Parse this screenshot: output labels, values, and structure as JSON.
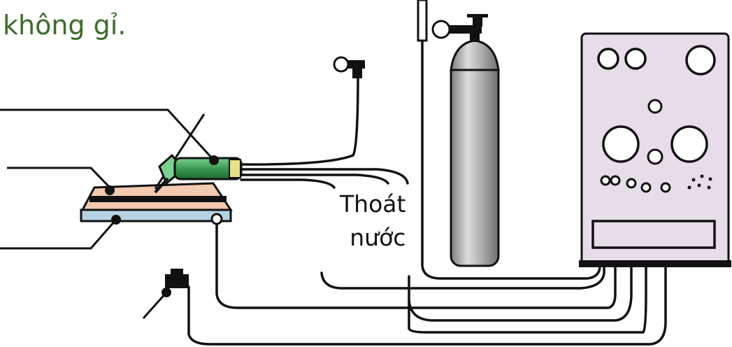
{
  "caption": {
    "line1": "không gỉ."
  },
  "drain_label": {
    "line1": "Thoát",
    "line2": "nước"
  },
  "colors": {
    "caption_text": "#3d6b2c",
    "label_text": "#111111",
    "workpiece": "#f3c9b0",
    "torch_body": "#3a9a52",
    "cylinder": "#a9a9a9",
    "power_source": "#e6dde9",
    "outline": "#111111"
  },
  "icons": {
    "flowmeter": "flowmeter-regulator-icon",
    "gas_cylinder": "gas-cylinder-icon",
    "power_source": "welding-power-source-icon",
    "foot_pedal": "foot-pedal-icon"
  }
}
